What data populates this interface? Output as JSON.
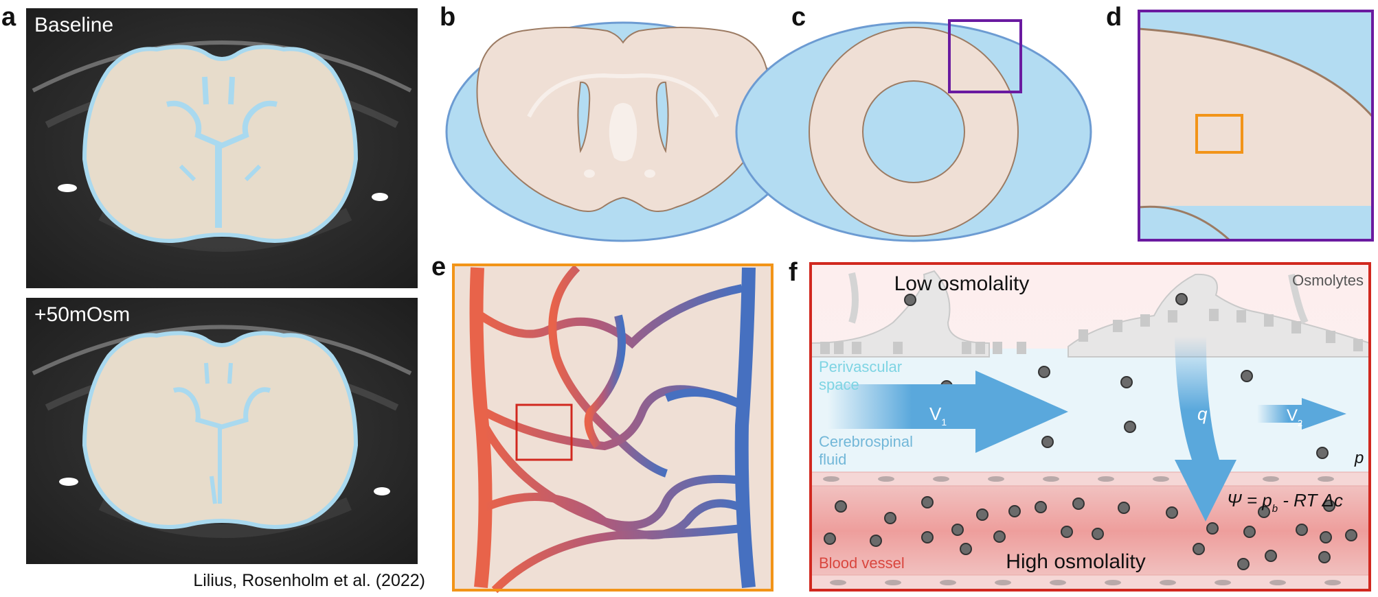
{
  "panels": {
    "a": "a",
    "b": "b",
    "c": "c",
    "d": "d",
    "e": "e",
    "f": "f"
  },
  "panel_a": {
    "top_label": "Baseline",
    "bottom_label": "+50mOsm",
    "credit": "Lilius, Rosenholm et al. (2022)"
  },
  "panel_f": {
    "low_osmolality": "Low osmolality",
    "osmolytes": "Osmolytes",
    "perivascular_space_line1": "Perivascular",
    "perivascular_space_line2": "space",
    "csf_line1": "Cerebrospinal",
    "csf_line2": "fluid",
    "v1": "V",
    "v1_sub": "1",
    "v2": "V",
    "v2_sub": "2",
    "q": "q",
    "p": "p",
    "psi_lhs": "Ψ = p",
    "psi_sub": "b",
    "psi_rhs": " - RT Δc",
    "blood_vessel": "Blood vessel",
    "high_osmolality": "High osmolality"
  },
  "colors": {
    "tissue": "#efdfd5",
    "csf_blue": "#b3dcf2",
    "outline_blue": "#6c9bd2",
    "purple_box": "#6a1aa0",
    "orange_box": "#f29418",
    "red_box": "#d1281f",
    "artery": "#e8634a",
    "vein": "#4670c0"
  }
}
